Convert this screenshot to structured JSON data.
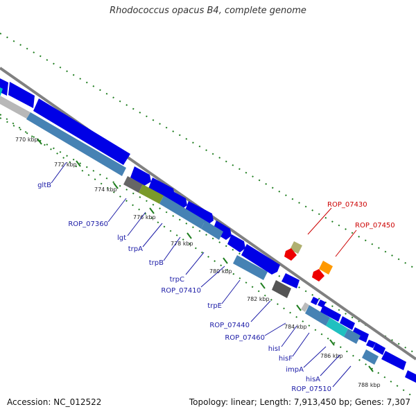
{
  "title": "Rhodococcus opacus B4, complete genome",
  "accession": "Accession: NC_012522",
  "topology": "Topology: linear; Length: 7,913,450 bp; Genes: 7,307",
  "kbp_labels": [
    "770 kbp",
    "772 kbp",
    "774 kbp",
    "776 kbp",
    "778 kbp",
    "780 kbp",
    "782 kbp",
    "784 kbp",
    "786 kbp",
    "788 kbp"
  ],
  "gene_labels": [
    "gltB",
    "ROP_07360",
    "lgt",
    "trpA",
    "trpB",
    "trpC",
    "ROP_07410",
    "trpE",
    "ROP_07440",
    "ROP_07460",
    "hisI",
    "hisF",
    "impA",
    "hisA",
    "ROP_07510"
  ],
  "red_labels": [
    "ROP_07430",
    "ROP_07450"
  ],
  "colors": {
    "gene_blue": "#0000e6",
    "cds_steel": "#4682b4",
    "tick_green": "#1e7d1e",
    "label_blue": "#1a1aa6",
    "label_red": "#cc0000",
    "backbone": "#808080"
  }
}
